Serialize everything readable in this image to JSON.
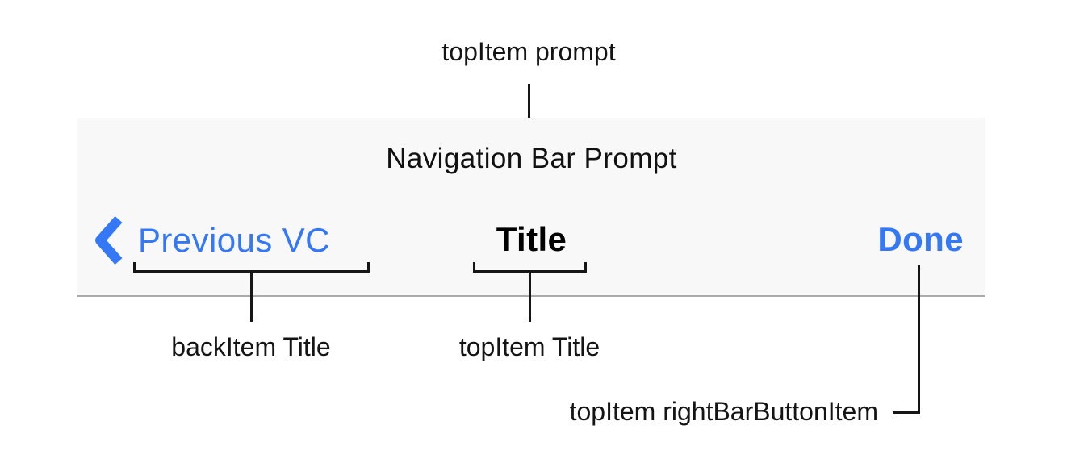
{
  "navigation_bar": {
    "prompt": "Navigation Bar Prompt",
    "back_button": "Previous VC",
    "title": "Title",
    "right_button": "Done"
  },
  "callouts": {
    "prompt_label": "topItem prompt",
    "back_label": "backItem Title",
    "title_label": "topItem Title",
    "right_label": "topItem rightBarButtonItem"
  },
  "colors": {
    "accent_blue": "#3478F6",
    "bar_background": "#F8F8F8",
    "bar_bottom_border": "#ABABAB",
    "annotation_ink": "#161616"
  }
}
